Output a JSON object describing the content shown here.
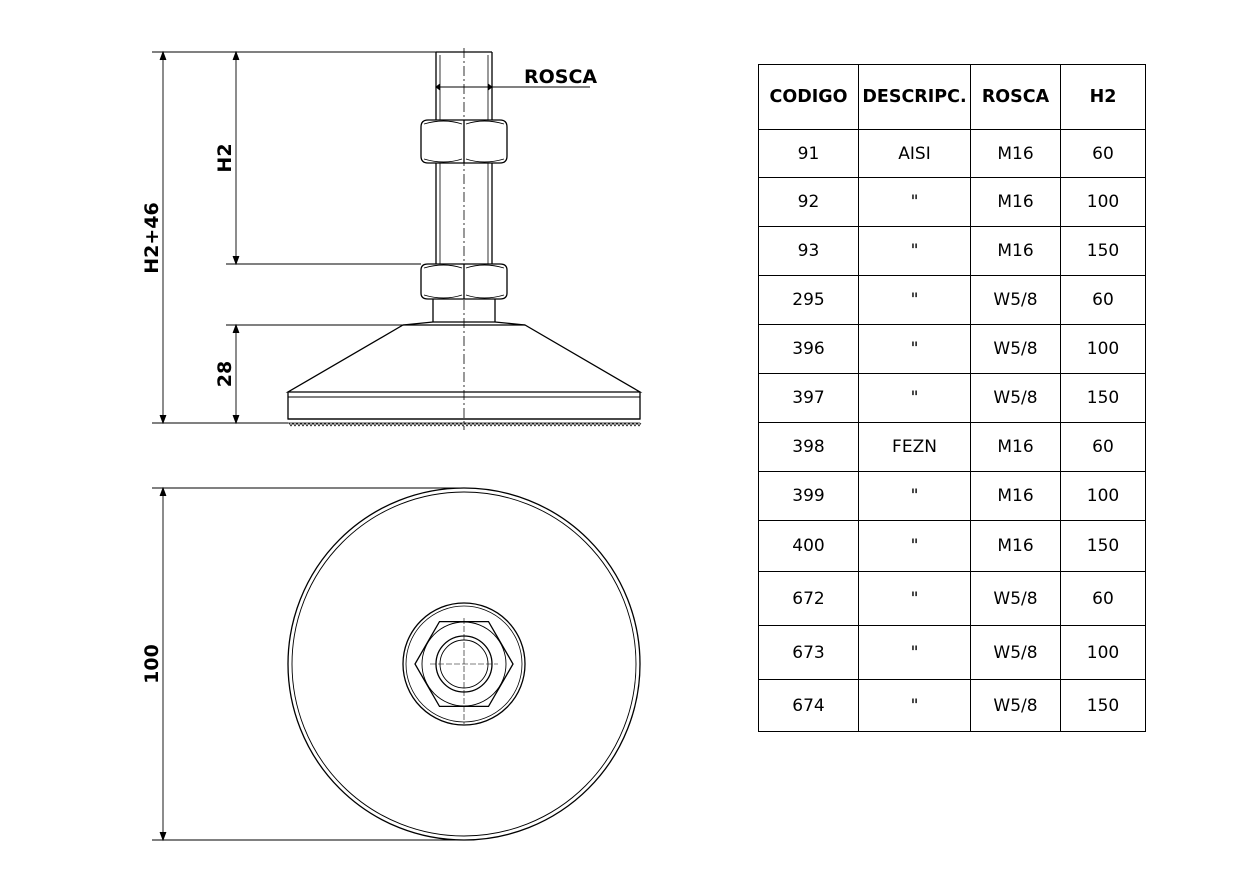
{
  "drawing": {
    "side_view": {
      "label_thread": "ROSCA",
      "label_h2": "H2",
      "label_total": "H2+46",
      "label_base": "28"
    },
    "top_view": {
      "label_diameter": "100"
    }
  },
  "table": {
    "headers": [
      "CODIGO",
      "DESCRIPC.",
      "ROSCA",
      "H2"
    ],
    "rows": [
      [
        "91",
        "AISI",
        "M16",
        "60"
      ],
      [
        "92",
        "\"",
        "M16",
        "100"
      ],
      [
        "93",
        "\"",
        "M16",
        "150"
      ],
      [
        "295",
        "\"",
        "W5/8",
        "60"
      ],
      [
        "396",
        "\"",
        "W5/8",
        "100"
      ],
      [
        "397",
        "\"",
        "W5/8",
        "150"
      ],
      [
        "398",
        "FEZN",
        "M16",
        "60"
      ],
      [
        "399",
        "\"",
        "M16",
        "100"
      ],
      [
        "400",
        "\"",
        "M16",
        "150"
      ],
      [
        "672",
        "\"",
        "W5/8",
        "60"
      ],
      [
        "673",
        "\"",
        "W5/8",
        "100"
      ],
      [
        "674",
        "\"",
        "W5/8",
        "150"
      ]
    ]
  }
}
